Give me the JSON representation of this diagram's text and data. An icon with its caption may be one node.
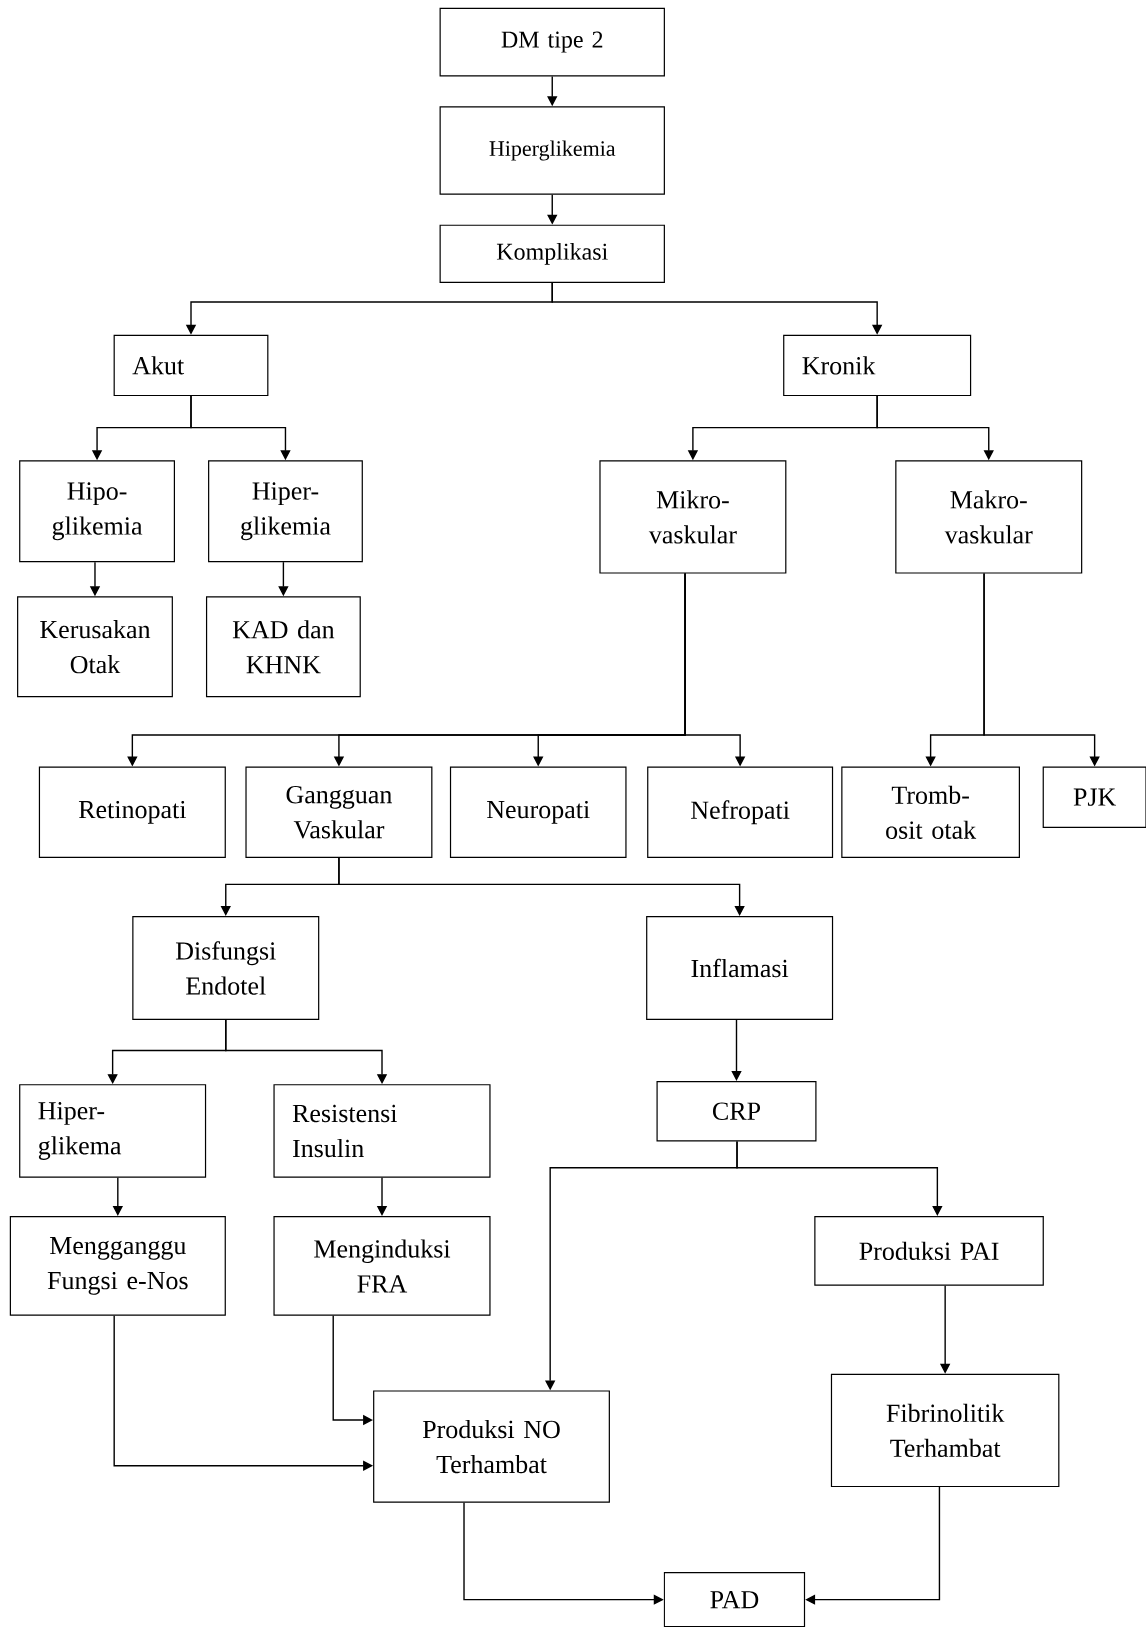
{
  "diagram": {
    "nodes": [
      {
        "text": [
          "DM tipe 2"
        ]
      },
      {
        "text": [
          "Hiperglikemia"
        ]
      },
      {
        "text": [
          "Komplikasi"
        ]
      },
      {
        "text": [
          "Akut"
        ]
      },
      {
        "text": [
          "Kronik"
        ]
      },
      {
        "text": [
          "Hipo- glikemia"
        ]
      },
      {
        "text": [
          "Hiper- glikemia"
        ]
      },
      {
        "text": [
          "Mikro- vaskular"
        ]
      },
      {
        "text": [
          "Makro- vaskular"
        ]
      },
      {
        "text": [
          "Kerusakan Otak"
        ]
      },
      {
        "text": [
          "KAD dan KHNK"
        ]
      },
      {
        "text": [
          "Retinopati"
        ]
      },
      {
        "text": [
          "Gangguan Vaskular"
        ]
      },
      {
        "text": [
          "Neuropati"
        ]
      },
      {
        "text": [
          "Nefropati"
        ]
      },
      {
        "text": [
          "Tromb- osit otak"
        ]
      },
      {
        "text": [
          "PJK"
        ]
      },
      {
        "text": [
          "Disfungsi Endotel"
        ]
      },
      {
        "text": [
          "Inflamasi"
        ]
      },
      {
        "text": [
          "Hiper- glikema"
        ]
      },
      {
        "text": [
          "Resistensi Insulin"
        ]
      },
      {
        "text": [
          "CRP"
        ]
      },
      {
        "text": [
          "Mengganggu Fungsi e-Nos"
        ]
      },
      {
        "text": [
          "Menginduksi FRA"
        ]
      },
      {
        "text": [
          "Produksi PAI"
        ]
      },
      {
        "text": [
          "Produksi NO Terhambat"
        ]
      },
      {
        "text": [
          "Fibrinolitik Terhambat"
        ]
      },
      {
        "text": [
          "PAD"
        ]
      }
    ],
    "edges": [
      {
        "from": 0,
        "to": 1,
        "arrow": "to"
      },
      {
        "from": 1,
        "to": 2,
        "arrow": "to"
      },
      {
        "from": 2,
        "to": 3,
        "arrow": "to"
      },
      {
        "from": 2,
        "to": 4,
        "arrow": "to"
      },
      {
        "from": 3,
        "to": 5,
        "arrow": "to"
      },
      {
        "from": 3,
        "to": 6,
        "arrow": "to"
      },
      {
        "from": 4,
        "to": 7,
        "arrow": "to"
      },
      {
        "from": 4,
        "to": 8,
        "arrow": "to"
      },
      {
        "from": 5,
        "to": 9,
        "arrow": "to"
      },
      {
        "from": 6,
        "to": 10,
        "arrow": "to"
      },
      {
        "from": 7,
        "to": 11,
        "arrow": "to"
      },
      {
        "from": 7,
        "to": 12,
        "arrow": "to"
      },
      {
        "from": 7,
        "to": 13,
        "arrow": "to"
      },
      {
        "from": 7,
        "to": 14,
        "arrow": "to"
      },
      {
        "from": 8,
        "to": 15,
        "arrow": "to"
      },
      {
        "from": 8,
        "to": 16,
        "arrow": "to"
      },
      {
        "from": 12,
        "to": 17,
        "arrow": "to"
      },
      {
        "from": 12,
        "to": 18,
        "arrow": "to"
      },
      {
        "from": 17,
        "to": 19,
        "arrow": "to"
      },
      {
        "from": 17,
        "to": 20,
        "arrow": "to"
      },
      {
        "from": 18,
        "to": 21,
        "arrow": "to"
      },
      {
        "from": 19,
        "to": 22,
        "arrow": "to"
      },
      {
        "from": 20,
        "to": 23,
        "arrow": "to"
      },
      {
        "from": 21,
        "to": 25,
        "arrow": "to"
      },
      {
        "from": 21,
        "to": 24,
        "arrow": "to"
      },
      {
        "from": 22,
        "to": 25,
        "arrow": "to"
      },
      {
        "from": 23,
        "to": 25,
        "arrow": "to"
      },
      {
        "from": 24,
        "to": 26,
        "arrow": "to"
      },
      {
        "from": 25,
        "to": 27,
        "arrow": "to"
      },
      {
        "from": 26,
        "to": 27,
        "arrow": "to"
      }
    ]
  }
}
